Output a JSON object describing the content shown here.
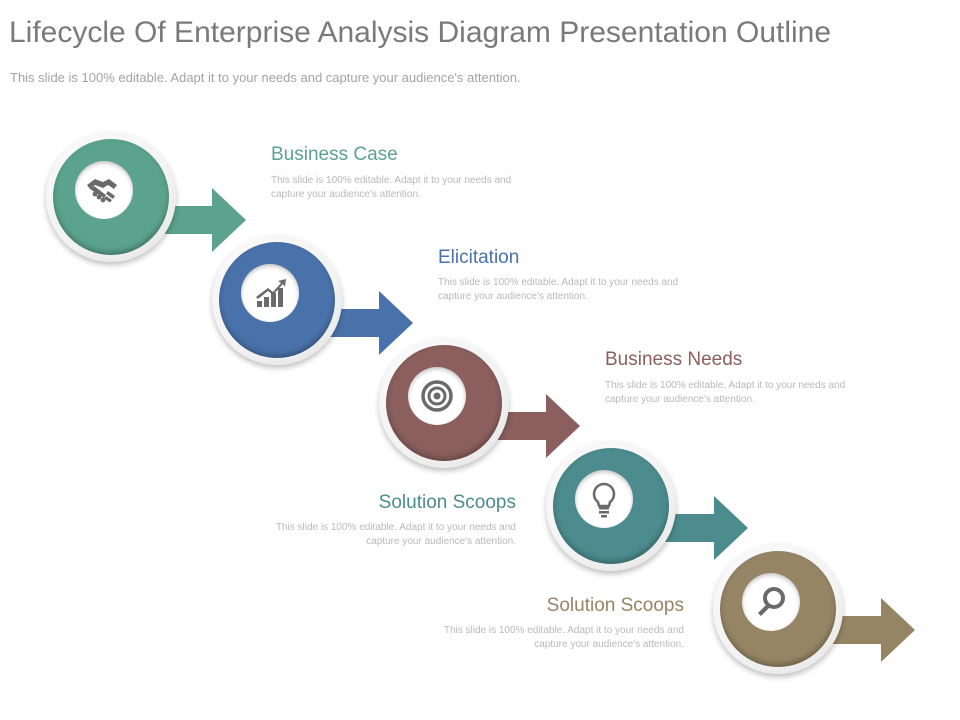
{
  "header": {
    "title": "Lifecycle Of Enterprise Analysis Diagram Presentation Outline",
    "subtitle": "This slide is 100% editable. Adapt it to your needs and capture your audience's attention."
  },
  "steps": [
    {
      "label": "Business Case",
      "description": "This slide is 100% editable. Adapt it to your needs and capture your audience's attention.",
      "icon": "handshake-icon",
      "color": "#5ba38c"
    },
    {
      "label": "Elicitation",
      "description": "This slide is 100% editable. Adapt it to your needs and capture your audience's attention.",
      "icon": "growth-chart-icon",
      "color": "#4a72aa"
    },
    {
      "label": "Business Needs",
      "description": "This slide is 100% editable. Adapt it to your needs and capture your audience's attention.",
      "icon": "target-icon",
      "color": "#8a5f5d"
    },
    {
      "label": "Solution Scoops",
      "description": "This slide is 100% editable. Adapt it to your needs and capture your audience's attention.",
      "icon": "lightbulb-icon",
      "color": "#4c8c8e"
    },
    {
      "label": "Solution Scoops",
      "description": "This slide is 100% editable. Adapt it to your needs and capture your audience's attention.",
      "icon": "magnifier-icon",
      "color": "#968565"
    }
  ]
}
